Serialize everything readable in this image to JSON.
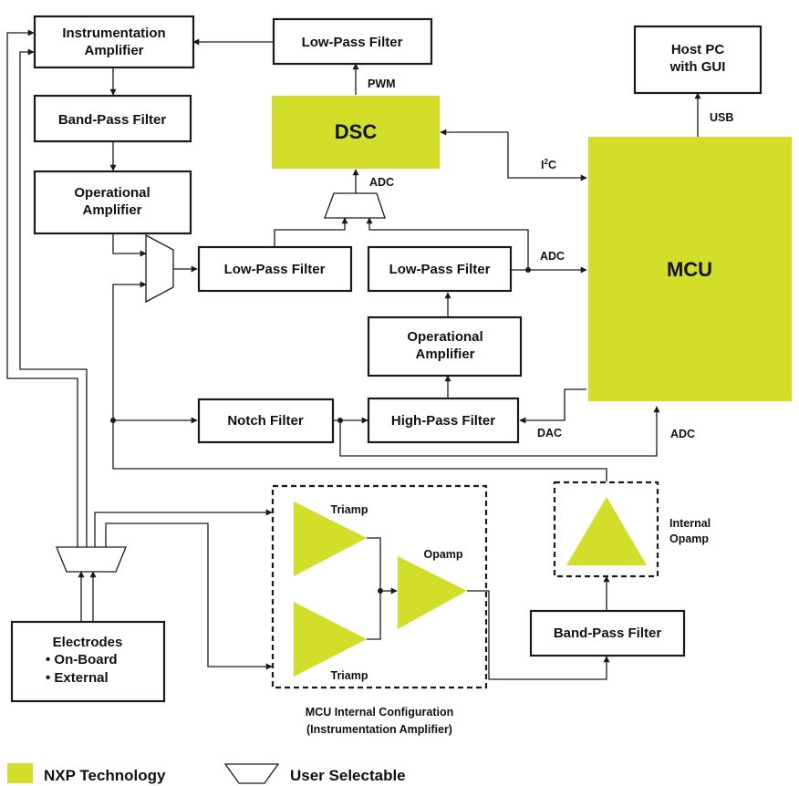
{
  "blocks": {
    "ia": [
      "Instrumentation",
      "Amplifier"
    ],
    "bpf_top": "Band-Pass Filter",
    "opamp_left": [
      "Operational",
      "Amplifier"
    ],
    "lpf_top": "Low-Pass Filter",
    "dsc": "DSC",
    "host": [
      "Host PC",
      "with GUI"
    ],
    "mcu": "MCU",
    "lpf_mid": "Low-Pass Filter",
    "lpf_right": "Low-Pass Filter",
    "opamp_right": [
      "Operational",
      "Amplifier"
    ],
    "notch": "Notch Filter",
    "hpf": "High-Pass Filter",
    "electrodes": [
      "Electrodes",
      "• On-Board",
      "• External"
    ],
    "bpf_bottom": "Band-Pass Filter"
  },
  "signals": {
    "pwm": "PWM",
    "adc_dsc": "ADC",
    "i2c_main": "I",
    "i2c_sup": "2",
    "i2c_tail": "C",
    "usb": "USB",
    "adc_mcu": "ADC",
    "dac": "DAC",
    "adc_bottom": "ADC"
  },
  "internal_config": {
    "triamp_top": "Triamp",
    "opamp": "Opamp",
    "triamp_bottom": "Triamp",
    "caption": [
      "MCU Internal Configuration",
      "(Instrumentation Amplifier)"
    ]
  },
  "internal_opamp": [
    "Internal",
    "Opamp"
  ],
  "legend": {
    "nxp": "NXP Technology",
    "user_selectable": "User Selectable"
  },
  "colors": {
    "nxp_green": "#d3de2a",
    "line": "#1a1a1a"
  }
}
